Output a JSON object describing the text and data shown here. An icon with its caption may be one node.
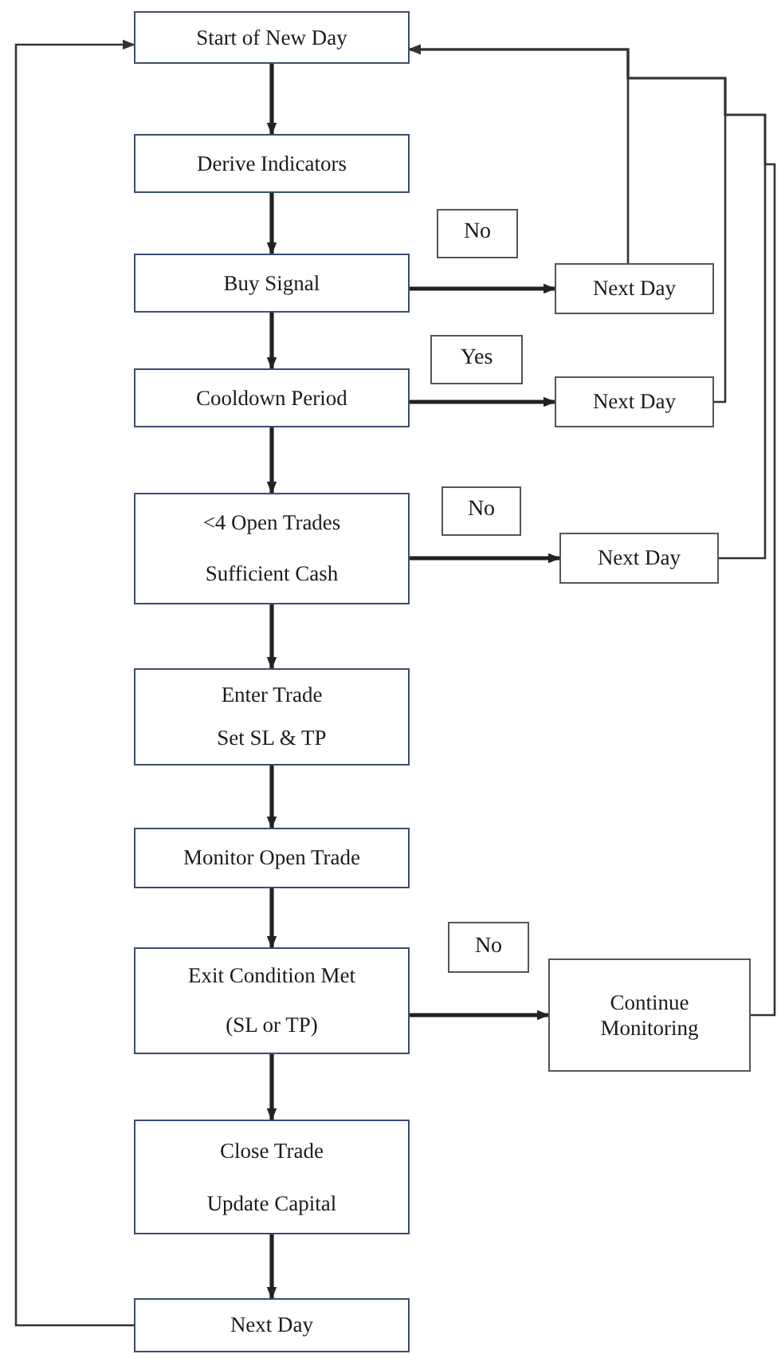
{
  "diagram": {
    "nodes": [
      {
        "text": [
          "Start of New Day"
        ]
      },
      {
        "text": [
          "Derive Indicators"
        ]
      },
      {
        "text": [
          "Buy Signal"
        ]
      },
      {
        "text": [
          "Cooldown Period"
        ]
      },
      {
        "text": [
          "<4 Open Trades",
          "Sufficient Cash"
        ]
      },
      {
        "text": [
          "Enter Trade",
          "Set SL & TP"
        ]
      },
      {
        "text": [
          "Monitor Open Trade"
        ]
      },
      {
        "text": [
          "Exit Condition Met",
          "(SL or TP)"
        ]
      },
      {
        "text": [
          "Close Trade",
          "Update Capital"
        ]
      },
      {
        "text": [
          "Next Day"
        ]
      },
      {
        "text": [
          "No"
        ]
      },
      {
        "text": [
          "Next Day"
        ]
      },
      {
        "text": [
          "Yes"
        ]
      },
      {
        "text": [
          "Next Day"
        ]
      },
      {
        "text": [
          "No"
        ]
      },
      {
        "text": [
          "Next Day"
        ]
      },
      {
        "text": [
          "No"
        ]
      },
      {
        "text": [
          "Continue Monitoring"
        ]
      }
    ],
    "edges": [
      {
        "from": 0,
        "to": 1,
        "arrow": "to"
      },
      {
        "from": 1,
        "to": 2,
        "arrow": "to"
      },
      {
        "from": 2,
        "to": 3,
        "arrow": "to"
      },
      {
        "from": 3,
        "to": 4,
        "arrow": "to"
      },
      {
        "from": 4,
        "to": 5,
        "arrow": "to"
      },
      {
        "from": 5,
        "to": 6,
        "arrow": "to"
      },
      {
        "from": 6,
        "to": 7,
        "arrow": "to"
      },
      {
        "from": 7,
        "to": 8,
        "arrow": "to"
      },
      {
        "from": 8,
        "to": 9,
        "arrow": "to"
      },
      {
        "from": 2,
        "to": 11,
        "arrow": "to"
      },
      {
        "from": 3,
        "to": 13,
        "arrow": "to"
      },
      {
        "from": 4,
        "to": 15,
        "arrow": "to"
      },
      {
        "from": 7,
        "to": 17,
        "arrow": "to"
      },
      {
        "from": 11,
        "to": 0,
        "arrow": "to",
        "color": "#333333"
      },
      {
        "from": 13,
        "to": 0,
        "arrow": "to",
        "color": "#333333"
      },
      {
        "from": 15,
        "to": 0,
        "arrow": "to",
        "color": "#333333"
      },
      {
        "from": 17,
        "to": 0,
        "arrow": "to",
        "color": "#333333"
      },
      {
        "from": 9,
        "to": 0,
        "arrow": "to",
        "color": "#333333"
      }
    ]
  }
}
